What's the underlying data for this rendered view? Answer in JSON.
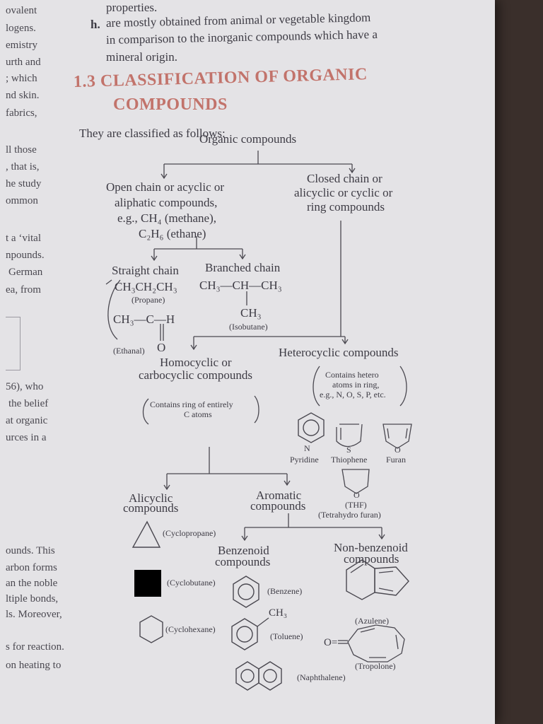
{
  "left_margin": [
    "ovalent",
    "logens.",
    "emistry",
    "urth and",
    "; which",
    "nd skin.",
    "fabrics,",
    "ll those",
    ", that is,",
    "he study",
    "ommon",
    "t a ‘vital",
    "npounds.",
    "German",
    "ea, from",
    "56), who",
    "the belief",
    "at organic",
    "urces in a",
    "ounds. This",
    "arbon forms",
    "an the noble",
    "ltiple bonds,",
    "ls. Moreover,",
    "s for reaction.",
    "on heating to"
  ],
  "top_text": {
    "line0": "properties.",
    "item_h_marker": "h.",
    "item_h_line1": "are mostly obtained from animal or vegetable kingdom",
    "item_h_line2": "in comparison to the inorganic compounds which have a",
    "item_h_line3": "mineral origin."
  },
  "heading": {
    "number": "1.3",
    "title_line1": "CLASSIFICATION OF ORGANIC",
    "title_line2": "COMPOUNDS"
  },
  "intro": "They are classified as follows:",
  "tree": {
    "root": "Organic compounds",
    "open_chain": [
      "Open chain or acyclic or",
      "aliphatic compounds,",
      "e.g., CH₄ (methane),",
      "C₂H₆ (ethane)"
    ],
    "closed_chain": [
      "Closed chain or",
      "alicyclic or cyclic or",
      "ring compounds"
    ],
    "straight_chain": "Straight chain",
    "branched_chain": "Branched chain",
    "propane_formula": "CH₃CH₂CH₃",
    "propane_name": "(Propane)",
    "isobutane_formula": "CH₃—CH—CH₃",
    "isobutane_ch3": "CH₃",
    "isobutane_name": "(Isobutane)",
    "ethanal_formula": "CH₃—C—H",
    "ethanal_o": "O",
    "ethanal_name": "(Ethanal)",
    "homocyclic": [
      "Homocyclic or",
      "carbocyclic compounds"
    ],
    "homocyclic_note": [
      "Contains ring of entirely",
      "C atoms"
    ],
    "heterocyclic": "Heterocyclic compounds",
    "heterocyclic_note": [
      "Contains hetero",
      "atoms in ring,",
      "e.g., N, O, S, P, etc."
    ],
    "hetero_atoms": [
      "N",
      "S",
      "O"
    ],
    "hetero_names": [
      "Pyridine",
      "Thiophene",
      "Furan"
    ],
    "thf_atom": "O",
    "thf_name": [
      "(THF)",
      "(Tetrahydro furan)"
    ],
    "alicyclic": [
      "Alicyclic",
      "compounds"
    ],
    "aromatic": [
      "Aromatic",
      "compounds"
    ],
    "cyclopropane": "(Cyclopropane)",
    "cyclobutane": "(Cyclobutane)",
    "cyclohexane": "(Cyclohexane)",
    "benzenoid": [
      "Benzenoid",
      "compounds"
    ],
    "non_benzenoid": [
      "Non-benzenoid",
      "compounds"
    ],
    "benzene": "(Benzene)",
    "toluene_ch3": "CH₃",
    "toluene": "(Toluene)",
    "naphthalene": "(Naphthalene)",
    "azulene": "(Azulene)",
    "tropolone_o": "O=",
    "tropolone": "(Tropolone)"
  },
  "colors": {
    "page": "#e4e3e6",
    "ink": "#3d3b44",
    "heading": "#c2736b",
    "background": "#3a2f2b"
  }
}
